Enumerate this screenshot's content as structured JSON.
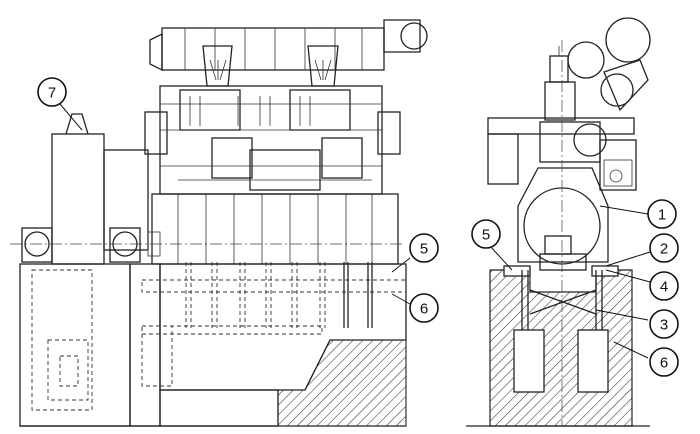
{
  "callouts": {
    "left_7": "7",
    "left_5": "5",
    "left_6": "6",
    "right_1": "1",
    "right_5": "5",
    "right_2": "2",
    "right_4": "4",
    "right_3": "3",
    "right_6": "6"
  },
  "colors": {
    "line": "#222222",
    "background": "#ffffff"
  }
}
